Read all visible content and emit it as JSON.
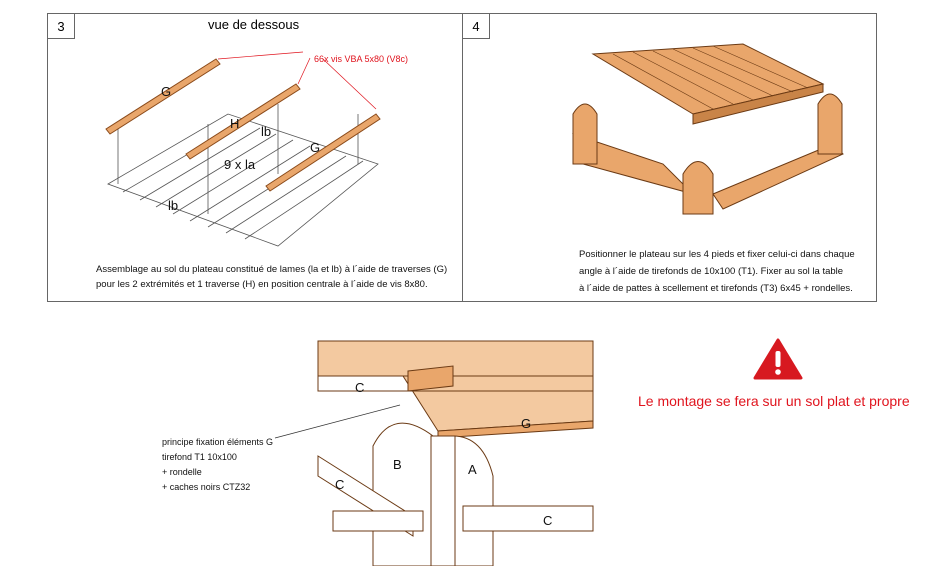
{
  "step3": {
    "number": "3",
    "title": "vue de dessous",
    "screw_callout": "66x vis VBA 5x80 (V8c)",
    "labels": {
      "g1": "G",
      "h": "H",
      "lb1": "lb",
      "g2": "G",
      "la": "9 x la",
      "lb2": "lb"
    },
    "caption_line1": "Assemblage au sol du plateau constitué de lames (la et lb) à l´aide de traverses (G)",
    "caption_line2": "pour les 2 extrémités et 1 traverse (H) en position centrale à l´aide de vis 8x80."
  },
  "step4": {
    "number": "4",
    "caption_line1": "Positionner le plateau sur les 4 pieds et fixer celui-ci dans chaque",
    "caption_line2": "angle à l´aide de tirefonds de 10x100 (T1). Fixer au sol la table",
    "caption_line3": "à l´aide de pattes à scellement et tirefonds (T3) 6x45 + rondelles."
  },
  "detail": {
    "note_line1": "principe fixation éléments G",
    "note_line2": "tirefond T1 10x100",
    "note_line3": "+ rondelle",
    "note_line4": "+ caches noirs CTZ32",
    "labels": {
      "c1": "C",
      "g": "G",
      "b": "B",
      "a": "A",
      "c2": "C",
      "c3": "C"
    }
  },
  "warning": {
    "icon": "warning-triangle-icon",
    "text": "Le montage se fera sur un sol plat et propre",
    "color": "#e0141e"
  },
  "colors": {
    "wood": "#e9a66b",
    "wood_dark": "#b8692e",
    "callout": "#e0141e"
  }
}
